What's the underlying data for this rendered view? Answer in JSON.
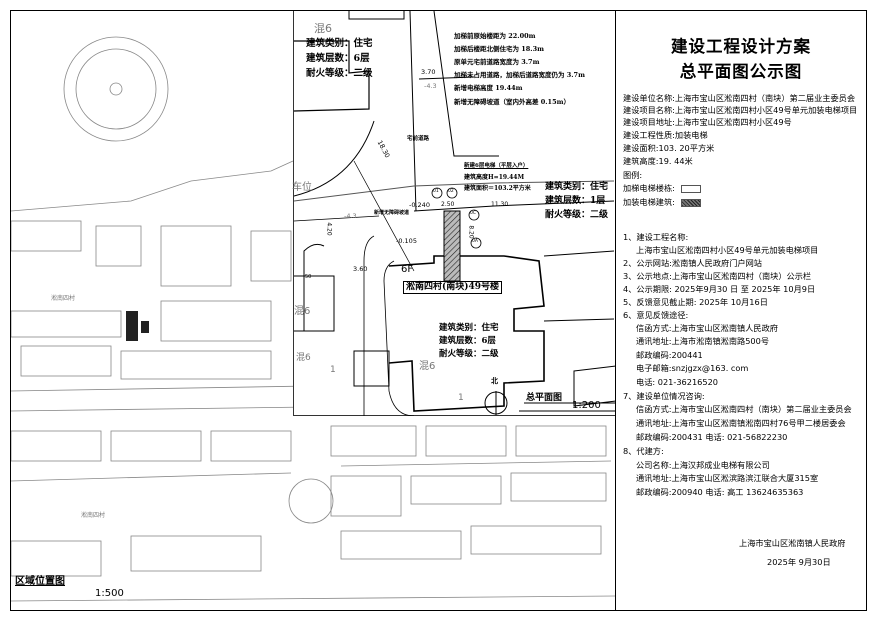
{
  "site_map": {
    "title": "区域位置图",
    "scale": "1:500",
    "labels": [
      "淞南四村",
      "淞南四村"
    ]
  },
  "plan": {
    "title": "总平面图",
    "scale": "1:200",
    "notes": [
      "加梯前原始楼距为 22.00m",
      "加梯后楼距北侧住宅为 18.3m",
      "原单元宅前道路宽度为 3.7m",
      "加梯未占用道路，加梯后道路宽度仍为 3.7m",
      "新增电梯高度 19.44m",
      "新增无障碍坡道（室内外高差 0.15m）"
    ],
    "elevator": {
      "title": "新建6层电梯（平层入户）",
      "height": "建筑高度H=19.44M",
      "area": "建筑面积＝103.2平方米"
    },
    "north_building": {
      "label": "混6",
      "type": "建筑类别：住宅",
      "floors": "建筑层数：6层",
      "fire": "耐火等级：二级"
    },
    "east_building": {
      "type": "建筑类别：住宅",
      "floors": "建筑层数：1层",
      "fire": "耐火等级：二级"
    },
    "main_building": {
      "floors_tag": "6F",
      "name": "淞南四村(南块)49号楼",
      "type": "建筑类别：住宅",
      "floors": "建筑层数：6层",
      "fire": "耐火等级：二级",
      "label": "混6",
      "one": "1"
    },
    "dims": {
      "d370": "3.70",
      "d1830": "18.30",
      "d250": "2.50",
      "d1130": "11.30",
      "d420": "4.20",
      "d360": "3.60",
      "d820": "8.20",
      "e0240": "-0.240",
      "e0105": "-0.105",
      "e43a": "-4.3",
      "e43b": "-4.3"
    },
    "road": "宅前道路",
    "ramp": "新增无障碍坡道",
    "axes": [
      "01",
      "02",
      "0C",
      "0A"
    ],
    "misc": {
      "left_label": "混6",
      "left_label2": "混6",
      "n50": "50",
      "one": "1",
      "partial": "车位",
      "north": "北"
    }
  },
  "panel": {
    "title1": "建设工程设计方案",
    "title2": "总平面图公示图",
    "info": [
      "建设单位名称:上海市宝山区淞南四村（南块）第二届业主委员会",
      "建设项目名称:上海市宝山区淞南四村小区49号单元加装电梯项目",
      "建设项目地址:上海市宝山区淞南四村小区49号",
      "建设工程性质:加装电梯",
      "建设面积:103. 20平方米",
      "建筑高度:19. 44米"
    ],
    "legend_title": "图例:",
    "legend": [
      "加梯电梯楼栋:",
      "加装电梯建筑:"
    ],
    "items": [
      "1、建设工程名称:",
      "上海市宝山区淞南四村小区49号单元加装电梯项目",
      "2、公示网站:淞南镇人民政府门户网站",
      "3、公示地点:上海市宝山区淞南四村（南块）公示栏",
      "4、公示期限: 2025年9月30 日 至 2025年  10月9日",
      "5、反馈意见截止期: 2025年 10月16日",
      "6、意见反馈途径:",
      "信函方式:上海市宝山区淞南镇人民政府",
      "通讯地址:上海市淞南镇淞南路500号",
      "邮政编码:200441",
      "电子邮箱:snzjgzx@163. com",
      "电话: 021-36216520",
      "7、建设单位情况咨询:",
      "信函方式:上海市宝山区淞南四村（南块）第二届业主委员会",
      "通讯地址:上海市宝山区淞南镇淞南四村76号甲二楼居委会",
      "邮政编码:200431   电话: 021-56822230",
      "8、代建方:",
      "公司名称:上海汉邦成业电梯有限公司",
      "通讯地址:上海市宝山区淞滨路滨江联合大厦315室",
      "邮政编码:200940   电话: 高工  13624635363"
    ],
    "issuer": "上海市宝山区淞南镇人民政府",
    "date": "2025年   9月30日"
  }
}
